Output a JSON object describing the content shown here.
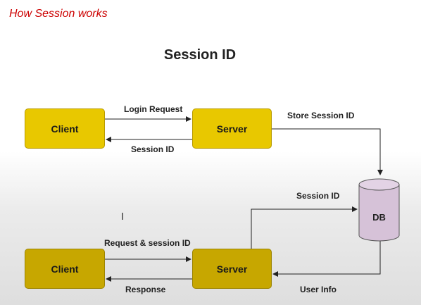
{
  "caption": "How Session works",
  "title": "Session ID",
  "top_flow": {
    "client_label": "Client",
    "server_label": "Server",
    "request_label": "Login Request",
    "response_label": "Session ID",
    "store_label": "Store Session ID"
  },
  "bottom_flow": {
    "client_label": "Client",
    "server_label": "Server",
    "request_label": "Request & session ID",
    "response_label": "Response",
    "lookup_label": "Session ID",
    "return_label": "User Info"
  },
  "db_label": "DB",
  "colors": {
    "box_top": "#e8c800",
    "box_bottom": "#c7a700",
    "db_fill": "#d6c2d8",
    "caption": "#cc0000"
  }
}
